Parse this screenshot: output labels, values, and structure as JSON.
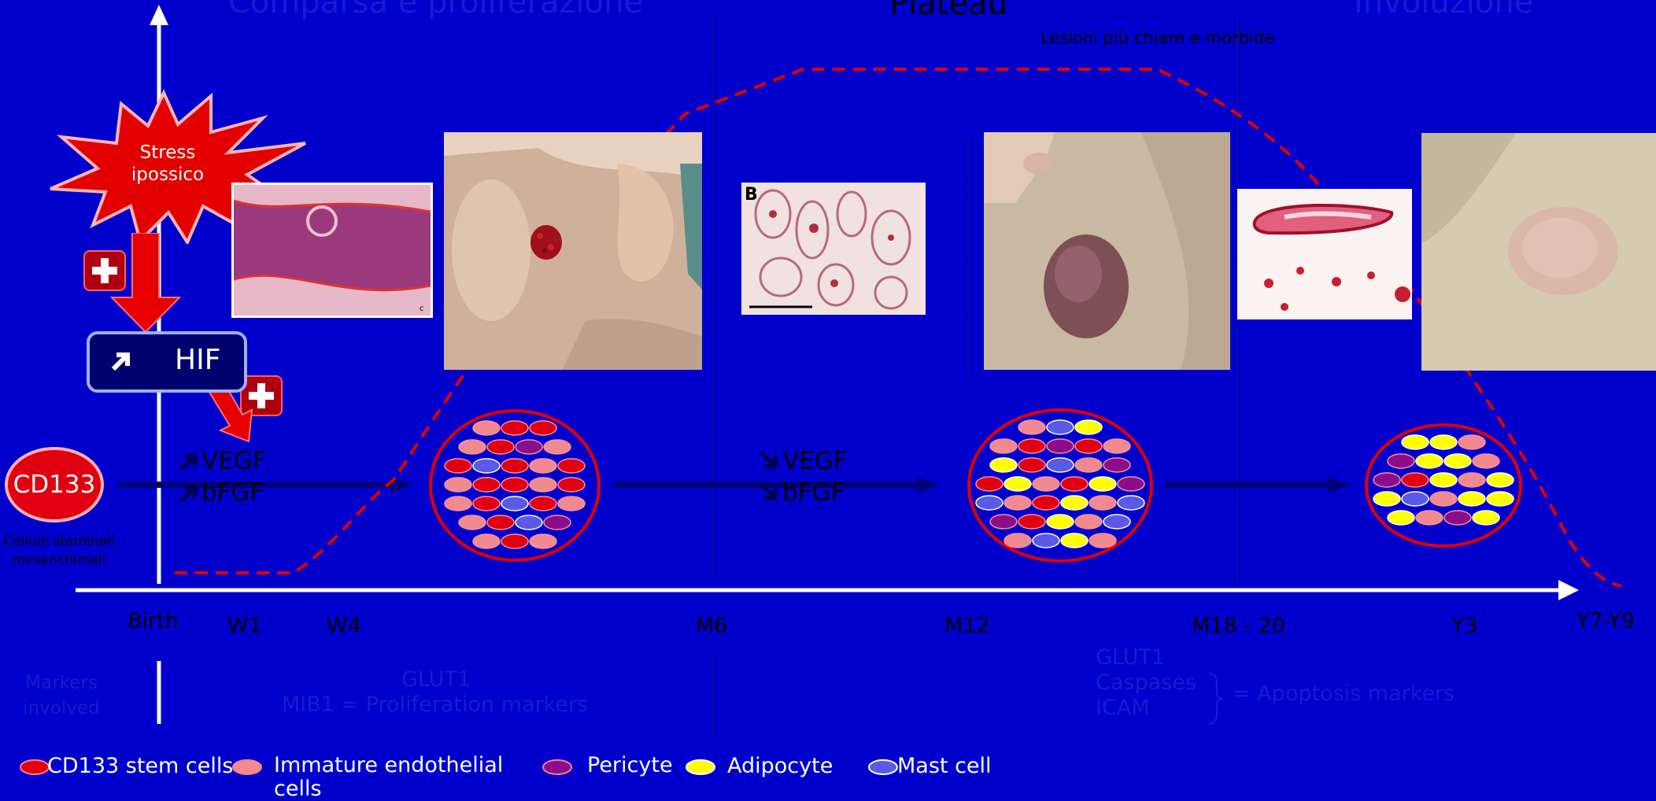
{
  "phases": {
    "proliferation": "Comparsa e proliferazione",
    "plateau": "Plateau",
    "involution": "Involuzione"
  },
  "plateau_note": "Lesioni più chiare e morbide",
  "stress": "Stress ipossico",
  "hif": "HIF",
  "cd133": "CD133",
  "cd133_caption": "Cellule staminali mesenchimali",
  "factors_up": [
    "VEGF",
    "bFGF"
  ],
  "factors_down": [
    "VEGF",
    "bFGF"
  ],
  "timeline": [
    "Birth",
    "W1",
    "W4",
    "M6",
    "M12",
    "M18 - 20",
    "Y3",
    "Y7-Y9"
  ],
  "markers_label": "Markers involved",
  "proliferation_markers": {
    "line1": "GLUT1",
    "line2": "MIB1 = Proliferation markers"
  },
  "apoptosis_markers": {
    "items": [
      "GLUT1",
      "Caspases",
      "ICAM"
    ],
    "label": "= Apoptosis markers"
  },
  "histology_b_label": "B",
  "histology_c_label": "c",
  "legend": [
    {
      "label": "CD133 stem cells",
      "color": "#e00010"
    },
    {
      "label": "Immature endothelial cells",
      "color": "#f08a90"
    },
    {
      "label": "Pericyte",
      "color": "#8a0e8a"
    },
    {
      "label": "Adipocyte",
      "color": "#ffff00"
    },
    {
      "label": "Mast cell",
      "color": "#5a5ae6"
    }
  ],
  "colors": {
    "background": "#0000cc",
    "curve": "#e00000",
    "arrow_dark": "#00007a"
  },
  "icons": [
    "plus-icon",
    "arrow-up-right-icon",
    "arrow-down-right-icon"
  ]
}
